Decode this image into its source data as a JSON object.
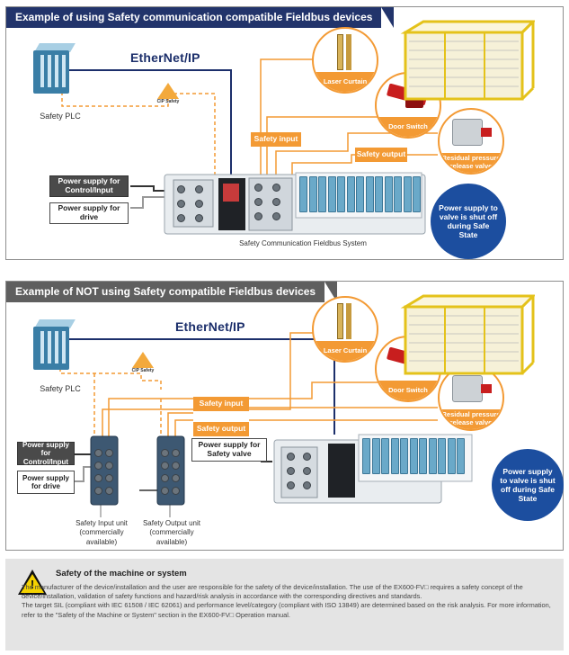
{
  "panel1": {
    "title": "Example of using Safety communication compatible Fieldbus devices",
    "plc_label": "Safety PLC",
    "ethernet_logo": "EtherNet/IP",
    "cip_badge": "CIP Safety",
    "laser_curtain": "Laser Curtain",
    "door_switch": "Door Switch",
    "residual_valve": "Residual pressure release valve",
    "safety_input": "Safety input",
    "safety_output": "Safety output",
    "ps_control": "Power supply for Control/Input",
    "ps_drive": "Power supply for drive",
    "blue_note": "Power supply to valve is shut off during Safe State",
    "system_label": "Safety Communication Fieldbus System"
  },
  "panel2": {
    "title": "Example of NOT using Safety compatible Fieldbus devices",
    "plc_label": "Safety PLC",
    "ethernet_logo": "EtherNet/IP",
    "cip_badge": "CIP Safety",
    "laser_curtain": "Laser Curtain",
    "door_switch": "Door Switch",
    "residual_valve": "Residual pressure release valve",
    "safety_input": "Safety input",
    "safety_output": "Safety output",
    "ps_control": "Power supply for Control/Input",
    "ps_drive": "Power supply for drive",
    "ps_valve": "Power supply for Safety valve",
    "blue_note": "Power supply to valve is shut off during Safe State",
    "input_unit": "Safety Input unit (commercially available)",
    "output_unit": "Safety Output unit (commercially available)"
  },
  "warning": {
    "icon": "warning-icon",
    "title": "Safety of the machine or system",
    "para1": "The manufacturer of the device/installation and the user are responsible for the safety of the device/installation. The use of the EX600-FV□ requires a safety concept of the device/installation, validation of safety functions and hazard/risk analysis in accordance with the corresponding directives and standards.",
    "para2": "The target SIL (compliant with IEC 61508 / IEC 62061) and performance level/category (compliant with ISO 13849) are determined based on the risk analysis. For more information, refer to the \"Safety of the Machine or System\" section in the EX600-FV□ Operation manual."
  },
  "colors": {
    "panel1_title_bg": "#22346b",
    "panel2_title_bg": "#5f5f5f",
    "orange": "#f39a34",
    "blue_note": "#1c4e9f",
    "ethernet_line": "#1c2f6b",
    "cage_yellow": "#e4c21a",
    "warning_bg": "#e4e4e4"
  }
}
